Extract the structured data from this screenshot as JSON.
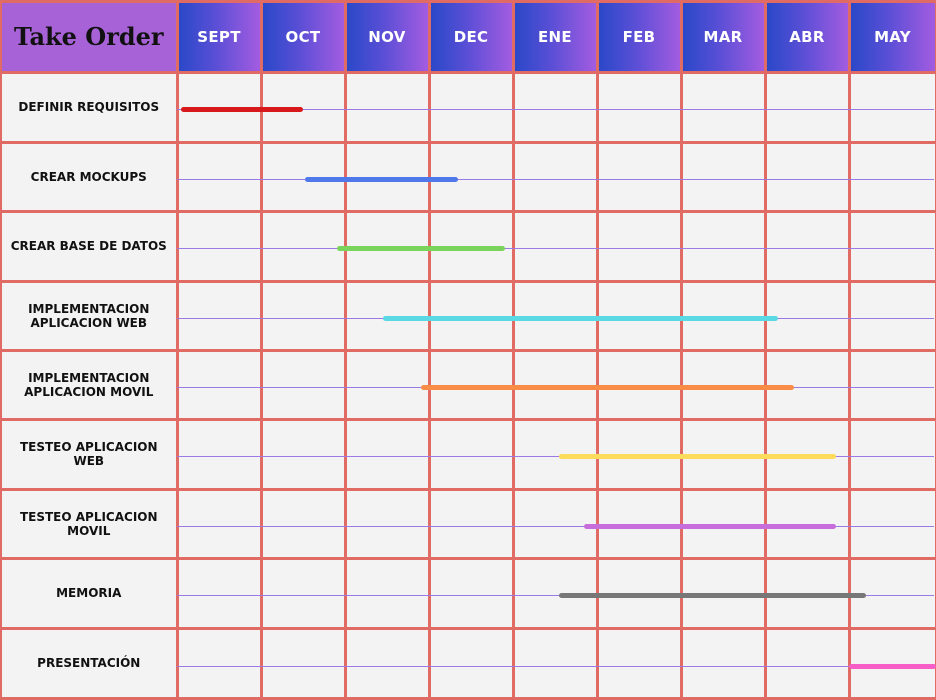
{
  "title": "Take Order",
  "months": [
    "SEPT",
    "OCT",
    "NOV",
    "DEC",
    "ENE",
    "FEB",
    "MAR",
    "ABR",
    "MAY"
  ],
  "tasks": [
    {
      "label": "DEFINIR REQUISITOS",
      "start": 0.05,
      "end": 1.5,
      "color": "#d7191c"
    },
    {
      "label": "CREAR MOCKUPS",
      "start": 1.52,
      "end": 3.35,
      "color": "#4f79ea"
    },
    {
      "label": "CREAR BASE DE DATOS",
      "start": 1.9,
      "end": 3.9,
      "color": "#7ad35a"
    },
    {
      "label": "IMPLEMENTACION APLICACION WEB",
      "start": 2.45,
      "end": 7.15,
      "color": "#5ad8e3"
    },
    {
      "label": "IMPLEMENTACION APLICACION MOVIL",
      "start": 2.9,
      "end": 7.35,
      "color": "#f98d48"
    },
    {
      "label": "TESTEO APLICACION WEB",
      "start": 4.55,
      "end": 7.85,
      "color": "#fddc5c"
    },
    {
      "label": "TESTEO APLICACION MOVIL",
      "start": 4.85,
      "end": 7.85,
      "color": "#c86ddc"
    },
    {
      "label": "MEMORIA",
      "start": 4.55,
      "end": 8.2,
      "color": "#777777"
    },
    {
      "label": "PRESENTACIÓN",
      "start": 8.0,
      "end": 9.0,
      "color": "#f75fc6"
    }
  ]
}
